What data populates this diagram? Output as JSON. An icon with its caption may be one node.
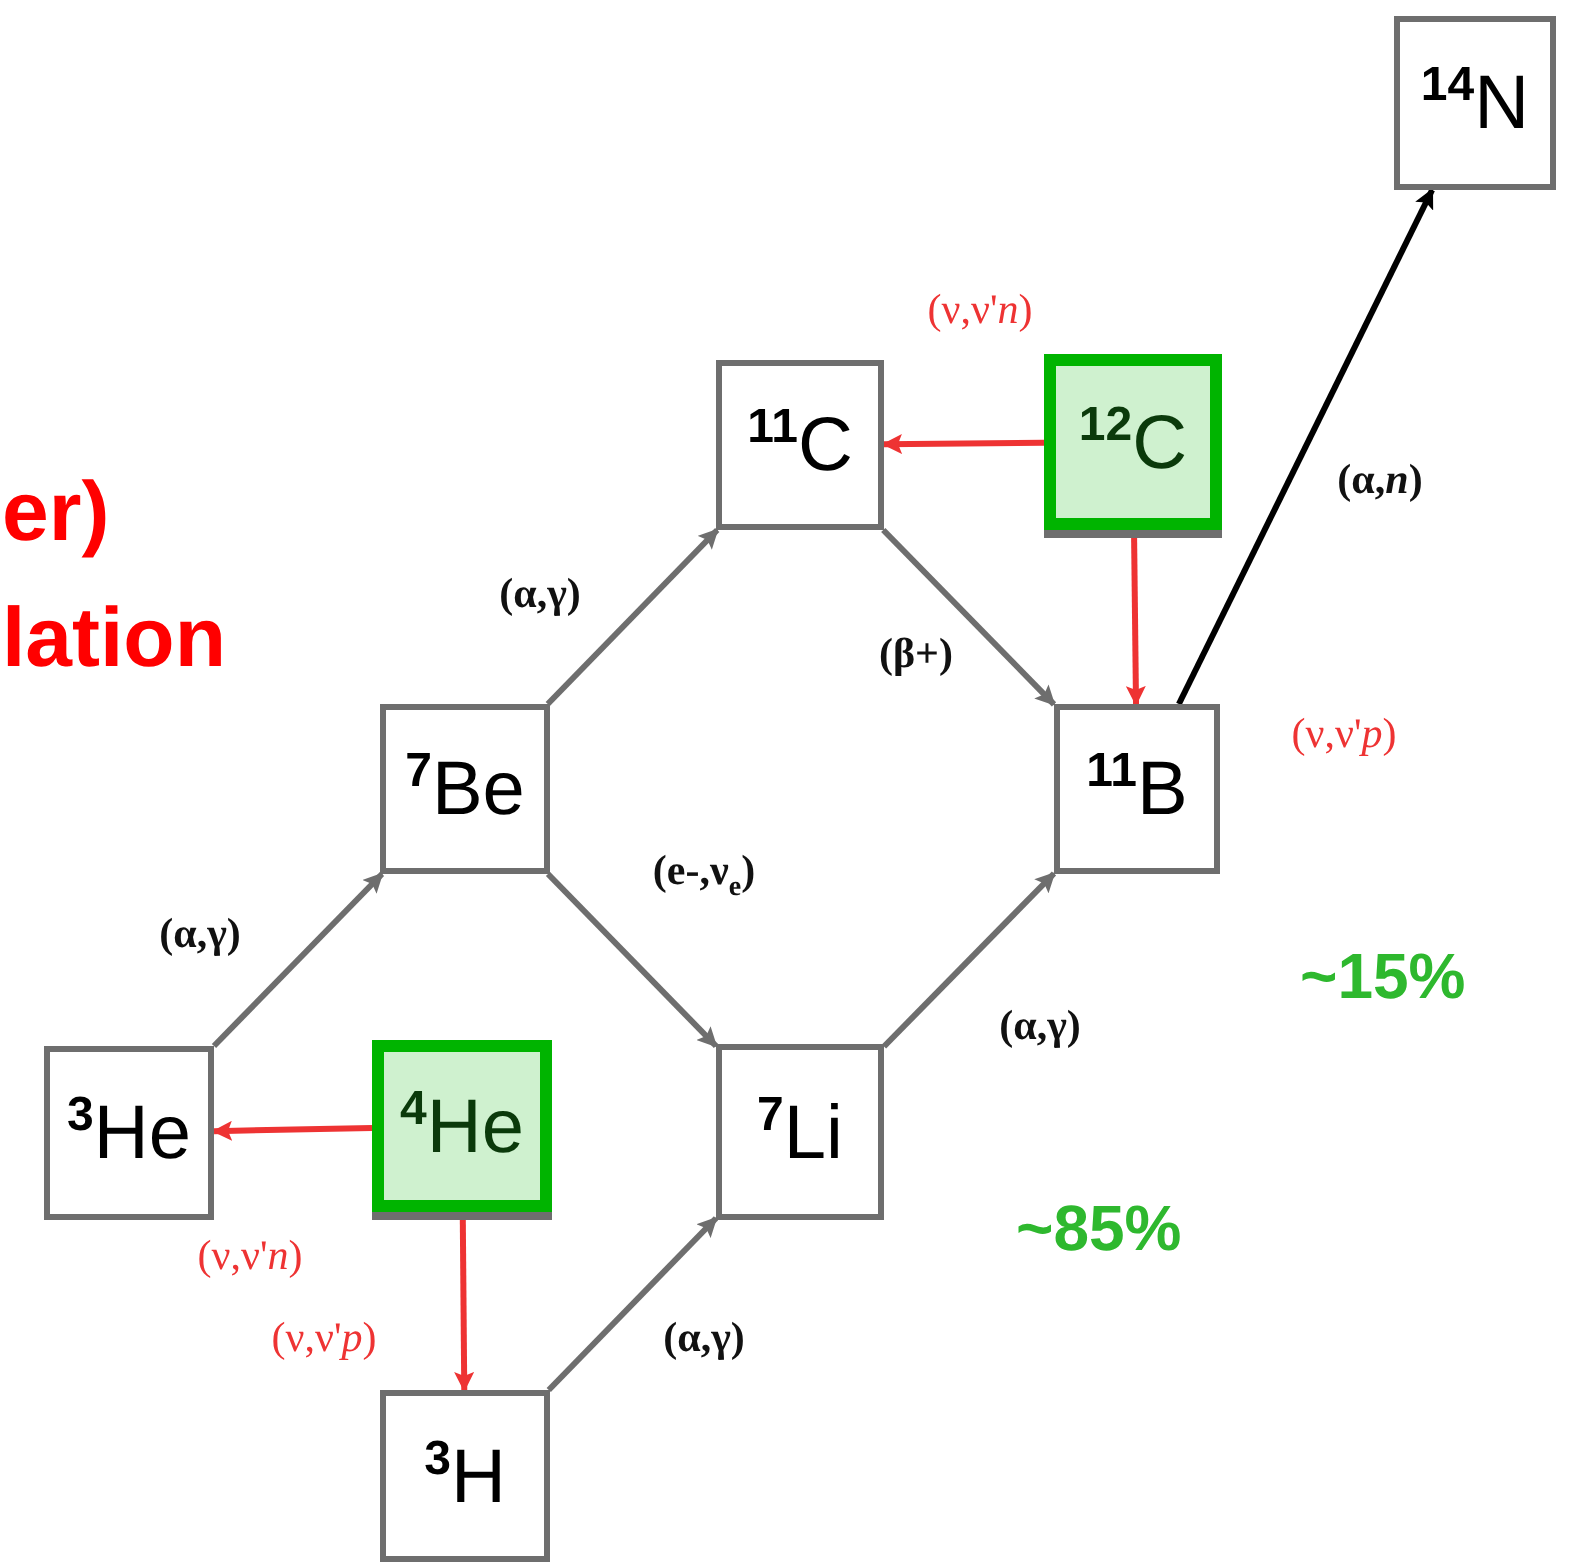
{
  "diagram": {
    "nodes": [
      {
        "text": [
          "$^{14}$N"
        ]
      },
      {
        "text": [
          "$^{11}$C"
        ]
      },
      {
        "text": [
          "$^{12}$C"
        ]
      },
      {
        "text": [
          "$^{7}$Be"
        ]
      },
      {
        "text": [
          "$^{11}$B"
        ]
      },
      {
        "text": [
          "$^{3}$He"
        ]
      },
      {
        "text": [
          "$^{4}$He"
        ]
      },
      {
        "text": [
          "$^{7}$Li"
        ]
      },
      {
        "text": [
          "$^{3}$H"
        ]
      }
    ],
    "edges": [
      {
        "from": 2,
        "to": 1,
        "arrow": "to",
        "label": "(ν,ν'*n*)",
        "color": "#ee3333"
      },
      {
        "from": 2,
        "to": 4,
        "arrow": "to",
        "label": "(ν,ν'*p*)",
        "color": "#ee3333"
      },
      {
        "from": 1,
        "to": 4,
        "arrow": "to",
        "label": "(β+)"
      },
      {
        "from": 4,
        "to": 0,
        "arrow": "to",
        "label": "(α,*n*)",
        "color": "#000000"
      },
      {
        "from": 3,
        "to": 1,
        "arrow": "to",
        "label": "(α,γ)"
      },
      {
        "from": 5,
        "to": 3,
        "arrow": "to",
        "label": "(α,γ)"
      },
      {
        "from": 3,
        "to": 7,
        "arrow": "to",
        "label": "(e-,ν$_{e}$)"
      },
      {
        "from": 7,
        "to": 4,
        "arrow": "to",
        "label": "(α,γ)"
      },
      {
        "from": 6,
        "to": 5,
        "arrow": "to",
        "label": "(ν,ν'*n*)",
        "color": "#ee3333"
      },
      {
        "from": 6,
        "to": 8,
        "arrow": "to",
        "label": "(ν,ν'*p*)",
        "color": "#ee3333"
      },
      {
        "from": 8,
        "to": 7,
        "arrow": "to",
        "label": "(α,γ)"
      }
    ],
    "labels": [
      "er)",
      "lation",
      "~15%",
      "~85%"
    ]
  }
}
